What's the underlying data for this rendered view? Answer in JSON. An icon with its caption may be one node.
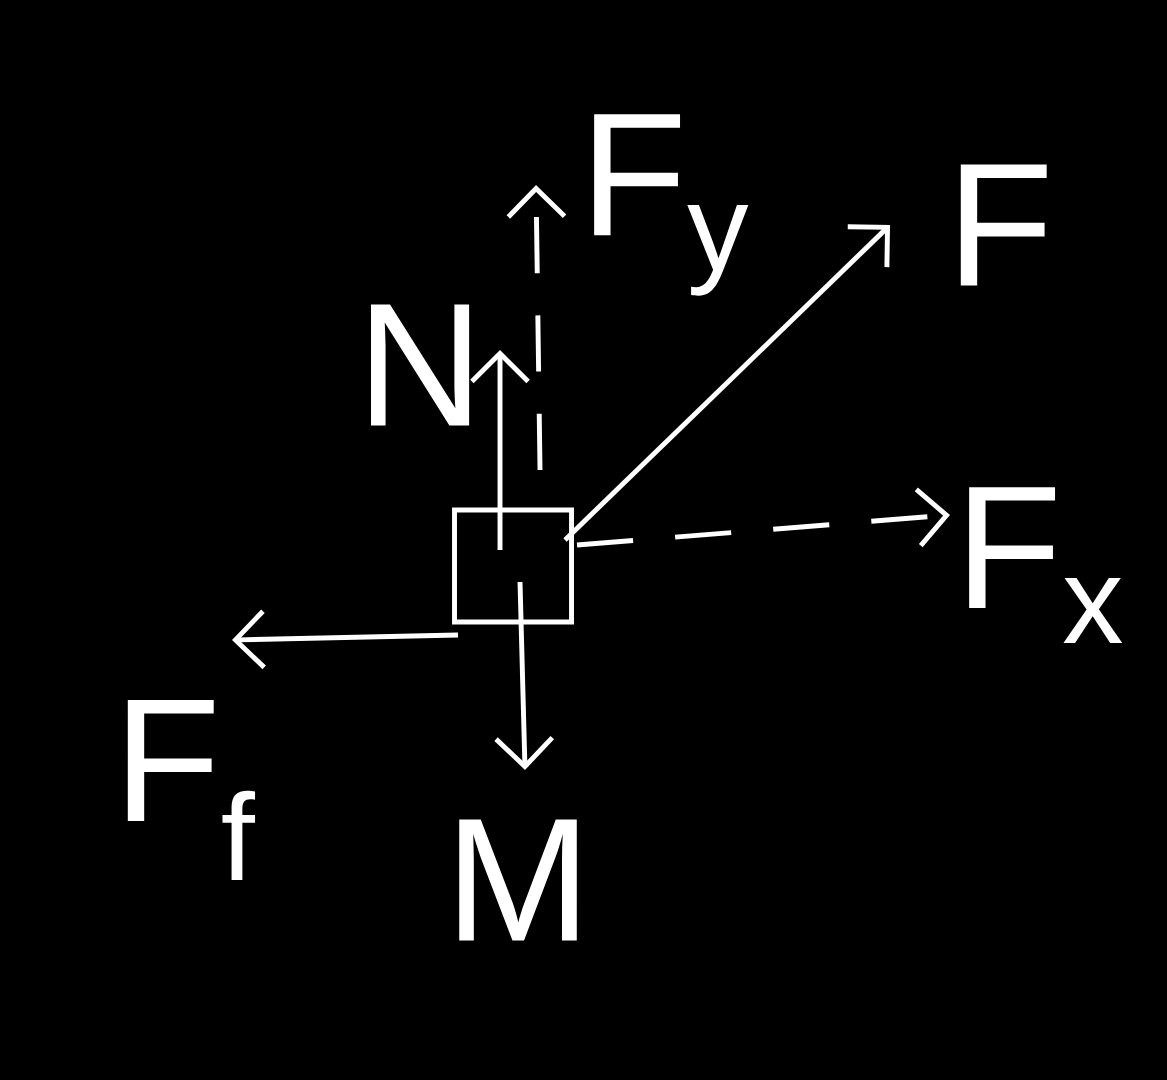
{
  "diagram": {
    "nodes": [
      {
        "text": [],
        "shape": "box"
      }
    ],
    "labels": [
      "F$_{y}$",
      "N",
      "F",
      "F$_{x}$",
      "F$_{f}$",
      "M"
    ]
  }
}
